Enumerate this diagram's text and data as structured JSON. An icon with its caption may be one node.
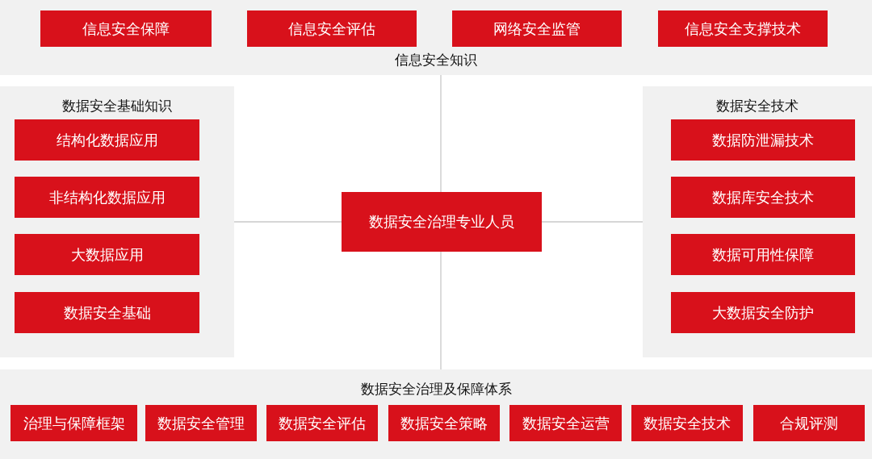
{
  "diagram": {
    "nodes": [
      {
        "text": [
          "信息安全知识"
        ]
      },
      {
        "text": [
          "信息安全保障"
        ],
        "in": 0
      },
      {
        "text": [
          "信息安全评估"
        ],
        "in": 0
      },
      {
        "text": [
          "网络安全监管"
        ],
        "in": 0
      },
      {
        "text": [
          "信息安全支撑技术"
        ],
        "in": 0
      },
      {
        "text": [
          "数据安全基础知识"
        ]
      },
      {
        "text": [
          "结构化数据应用"
        ],
        "in": 5
      },
      {
        "text": [
          "非结构化数据应用"
        ],
        "in": 5
      },
      {
        "text": [
          "大数据应用"
        ],
        "in": 5
      },
      {
        "text": [
          "数据安全基础"
        ],
        "in": 5
      },
      {
        "text": [
          "数据安全治理专业人员"
        ]
      },
      {
        "text": [
          "数据安全技术"
        ]
      },
      {
        "text": [
          "数据防泄漏技术"
        ],
        "in": 11
      },
      {
        "text": [
          "数据库安全技术"
        ],
        "in": 11
      },
      {
        "text": [
          "数据可用性保障"
        ],
        "in": 11
      },
      {
        "text": [
          "大数据安全防护"
        ],
        "in": 11
      },
      {
        "text": [
          "数据安全治理及保障体系"
        ]
      },
      {
        "text": [
          "治理与保障框架"
        ],
        "in": 16
      },
      {
        "text": [
          "数据安全管理"
        ],
        "in": 16
      },
      {
        "text": [
          "数据安全评估"
        ],
        "in": 16
      },
      {
        "text": [
          "数据安全策略"
        ],
        "in": 16
      },
      {
        "text": [
          "数据安全运营"
        ],
        "in": 16
      },
      {
        "text": [
          "数据安全技术"
        ],
        "in": 16
      },
      {
        "text": [
          "合规评测"
        ],
        "in": 16
      }
    ],
    "edges": [
      {
        "from": 10,
        "to": 0,
        "arrow": "none"
      },
      {
        "from": 10,
        "to": 5,
        "arrow": "none"
      },
      {
        "from": 10,
        "to": 11,
        "arrow": "none"
      },
      {
        "from": 10,
        "to": 16,
        "arrow": "none"
      }
    ]
  }
}
